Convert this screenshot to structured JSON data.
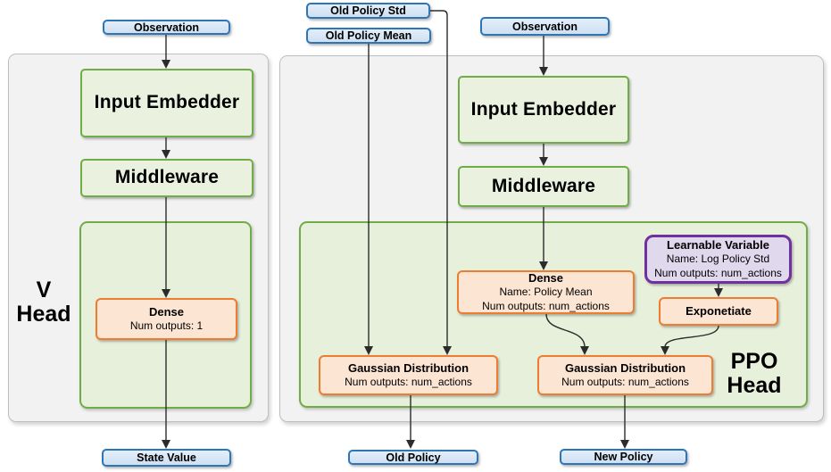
{
  "colors": {
    "canvas_bg": "#FFFFFF",
    "panel_fill": "#F2F2F2",
    "panel_border": "#BFBFBF",
    "green_border": "#70AD47",
    "green_fill": "#EAF1DE",
    "green_container_fill": "#E7F0DA",
    "orange_border": "#ED7D31",
    "orange_fill": "#FCE5D3",
    "purple_border": "#7030A0",
    "purple_fill": "#E0D8ED",
    "blue_border": "#2E75B6",
    "blue_fill_top": "#E3EEF9",
    "blue_fill_bottom": "#CFE0F2",
    "arrow_color": "#2B2B2B",
    "text_color": "#000000"
  },
  "v_head": {
    "panel_label_line1": "V",
    "panel_label_line2": "Head",
    "observation_label": "Observation",
    "input_embedder_label": "Input Embedder",
    "middleware_label": "Middleware",
    "dense": {
      "title": "Dense",
      "detail1": "Num outputs: 1"
    },
    "state_value_label": "State Value"
  },
  "ppo_head": {
    "panel_label_line1": "PPO",
    "panel_label_line2": "Head",
    "old_policy_std_label": "Old Policy Std",
    "old_policy_mean_label": "Old Policy Mean",
    "observation_label": "Observation",
    "input_embedder_label": "Input Embedder",
    "middleware_label": "Middleware",
    "policy_mean_dense": {
      "title": "Dense",
      "detail1": "Name: Policy Mean",
      "detail2": "Num outputs: num_actions"
    },
    "learnable_variable": {
      "title": "Learnable Variable",
      "detail1": "Name: Log Policy Std",
      "detail2": "Num outputs: num_actions"
    },
    "exponetiate_label": "Exponetiate",
    "gaussian_old": {
      "title": "Gaussian Distribution",
      "detail1": "Num outputs: num_actions"
    },
    "gaussian_new": {
      "title": "Gaussian Distribution",
      "detail1": "Num outputs: num_actions"
    },
    "old_policy_label": "Old Policy",
    "new_policy_label": "New Policy"
  }
}
